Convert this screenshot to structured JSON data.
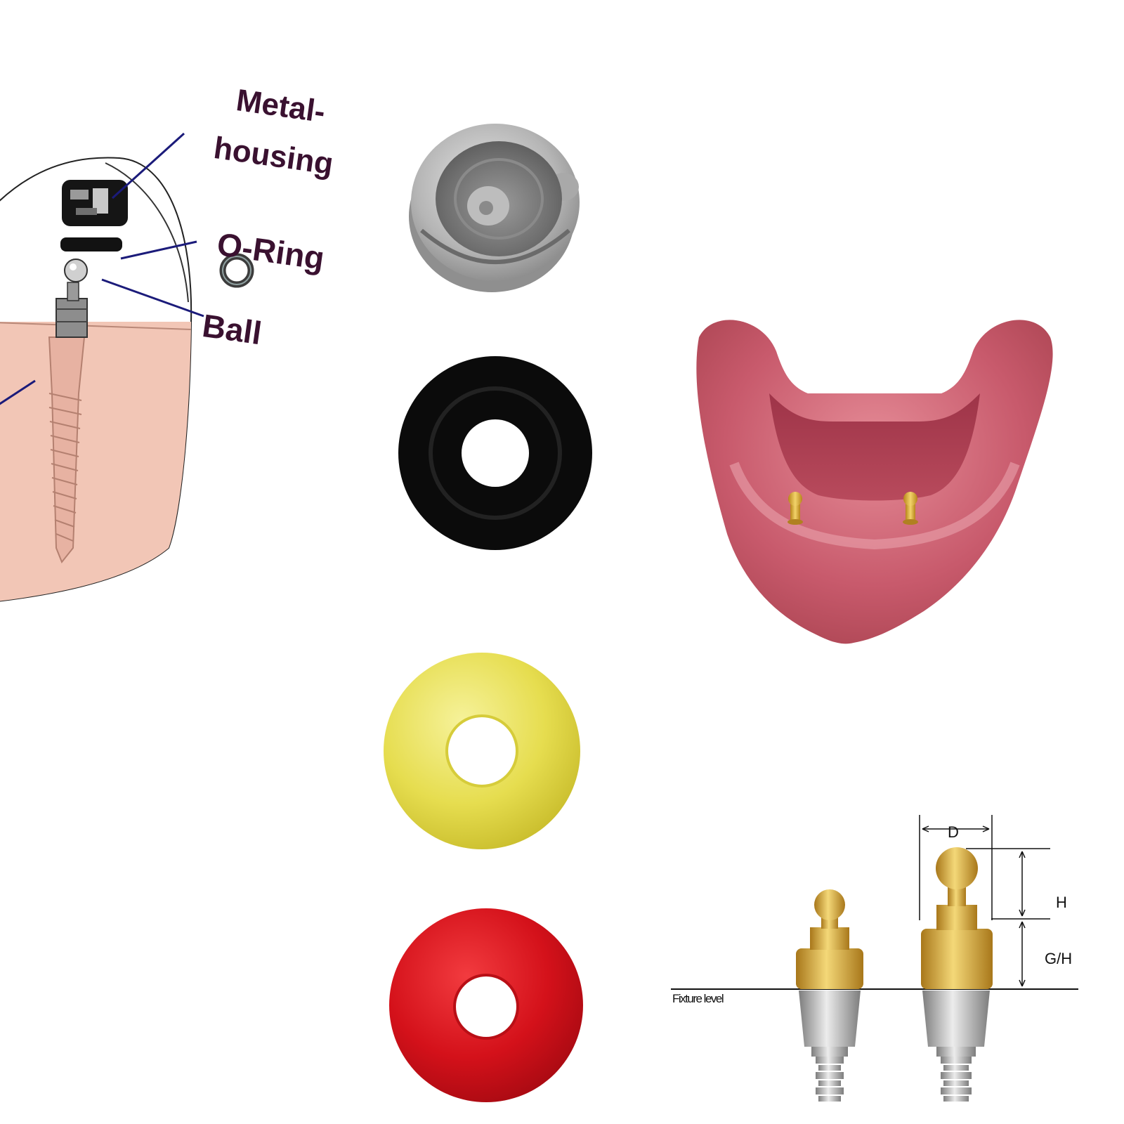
{
  "diagram": {
    "labels": {
      "metal": "Metal-",
      "housing": "housing",
      "oring": "O-Ring",
      "ball": "Ball"
    },
    "dimensions": {
      "d": "D",
      "h": "H",
      "gh": "G/H",
      "fixture_level": "Fixture level"
    }
  },
  "colors": {
    "label_text": "#3a1130",
    "gum_bg": "#f2c6b6",
    "o_ring_black": "#0b0b0b",
    "o_ring_yellow": "#eae35a",
    "o_ring_red": "#d4111a",
    "gold": "#d6a72a",
    "gum_pink": "#c85a6c"
  }
}
